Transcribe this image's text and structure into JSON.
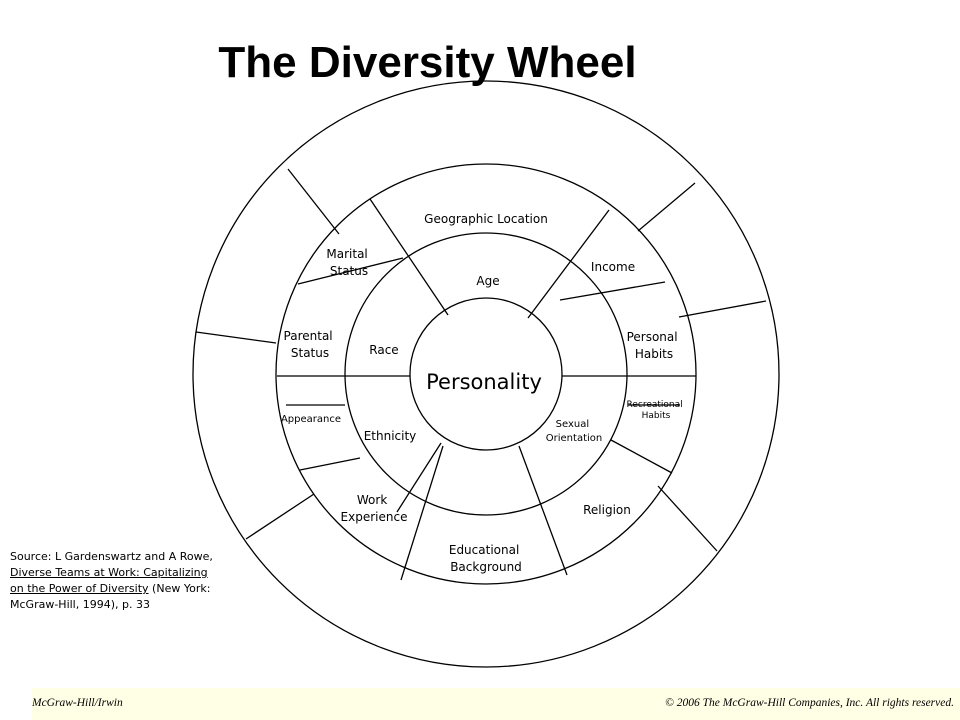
{
  "title": "The Diversity Wheel",
  "center": "Personality",
  "inner_ring": [
    "Age",
    "Race",
    "Ethnicity",
    "Sexual Orientation"
  ],
  "outer_ring": [
    "Geographic Location",
    "Income",
    "Personal Habits",
    "Recreational Habits",
    "Religion",
    "Educational Background",
    "Work Experience",
    "Appearance",
    "Parental Status",
    "Marital Status"
  ],
  "source": {
    "prefix": "Source: L Gardenswartz and A Rowe, ",
    "book_title": "Diverse Teams at Work: Capitalizing on the Power of Diversity",
    "suffix": " (New York: McGraw-Hill, 1994), p. 33"
  },
  "footer": {
    "publisher": "McGraw-Hill/Irwin",
    "copyright": "© 2006 The McGraw-Hill Companies, Inc. All rights reserved."
  }
}
